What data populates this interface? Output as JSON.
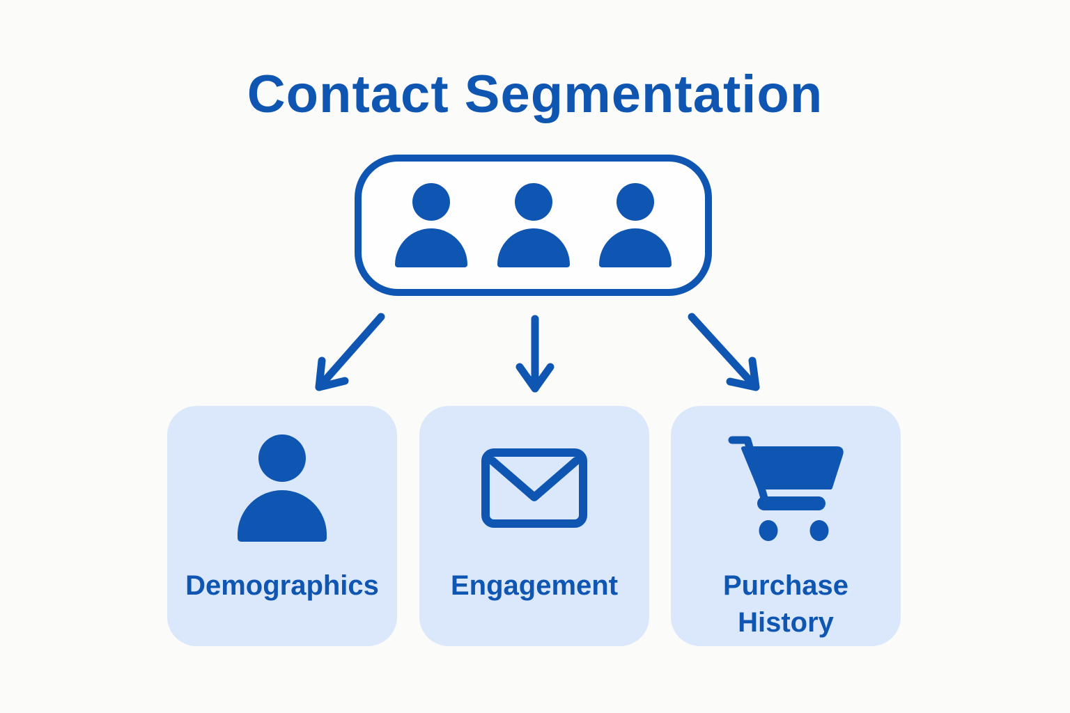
{
  "title": "Contact Segmentation",
  "colors": {
    "accent": "#0F55B2",
    "card_bg": "#DBE8FB",
    "page_bg": "#FBFBF9",
    "container_bg": "#FEFEFE"
  },
  "contacts_group": {
    "person_count": 3
  },
  "segments": [
    {
      "label": "Demographics",
      "icon": "person-icon"
    },
    {
      "label": "Engagement",
      "icon": "envelope-icon"
    },
    {
      "label": "Purchase History",
      "icon": "shopping-cart-icon"
    }
  ]
}
